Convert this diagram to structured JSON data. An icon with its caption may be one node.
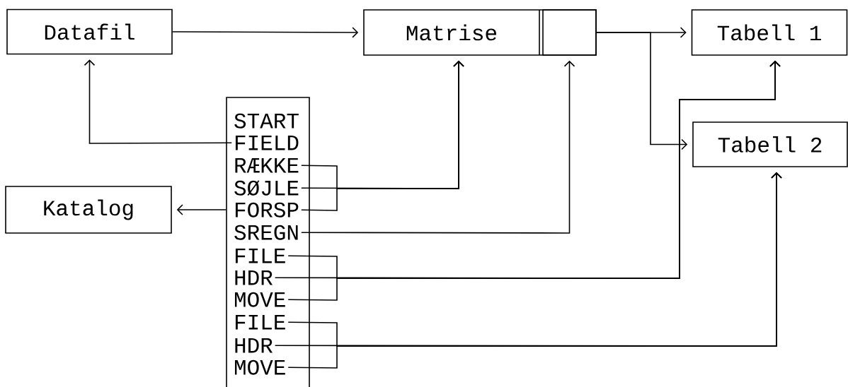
{
  "diagram": {
    "nodes": [
      {
        "text": [
          "Datafil"
        ]
      },
      {
        "text": [
          "Matrise"
        ]
      },
      {
        "text": [],
        "shape": "box",
        "in": 1
      },
      {
        "text": [
          "Tabell 1"
        ]
      },
      {
        "text": [
          "Tabell 2"
        ]
      },
      {
        "text": [
          "Katalog"
        ]
      },
      {
        "text": [],
        "shape": "box"
      },
      {
        "text": [
          "START"
        ],
        "in": 6
      },
      {
        "text": [
          "FIELD"
        ],
        "in": 6
      },
      {
        "text": [
          "RÆKKE"
        ],
        "in": 6
      },
      {
        "text": [
          "SØJLE"
        ],
        "in": 6
      },
      {
        "text": [
          "FORSP"
        ],
        "in": 6
      },
      {
        "text": [
          "SREGN"
        ],
        "in": 6
      },
      {
        "text": [
          "FILE"
        ],
        "in": 6
      },
      {
        "text": [
          "HDR"
        ],
        "in": 6
      },
      {
        "text": [
          "MOVE"
        ],
        "in": 6
      },
      {
        "text": [
          "FILE"
        ],
        "in": 6
      },
      {
        "text": [
          "HDR"
        ],
        "in": 6
      },
      {
        "text": [
          "MOVE"
        ],
        "in": 6
      }
    ],
    "edges": [
      {
        "from": 0,
        "to": 1,
        "arrow": "to"
      },
      {
        "from": 1,
        "to": 3,
        "arrow": "to"
      },
      {
        "from": 1,
        "to": 4,
        "arrow": "to"
      },
      {
        "from": 8,
        "to": 0,
        "arrow": "to"
      },
      {
        "from": 9,
        "to": 1,
        "arrow": "to"
      },
      {
        "from": 10,
        "to": 1,
        "arrow": "to"
      },
      {
        "from": 11,
        "to": 1,
        "arrow": "to"
      },
      {
        "from": 12,
        "to": 2,
        "arrow": "to"
      },
      {
        "from": 13,
        "to": 3,
        "arrow": "to"
      },
      {
        "from": 14,
        "to": 3,
        "arrow": "to"
      },
      {
        "from": 15,
        "to": 3,
        "arrow": "to"
      },
      {
        "from": 16,
        "to": 4,
        "arrow": "to"
      },
      {
        "from": 17,
        "to": 4,
        "arrow": "to"
      },
      {
        "from": 18,
        "to": 4,
        "arrow": "to"
      },
      {
        "from": 6,
        "to": 5,
        "arrow": "to"
      }
    ]
  }
}
